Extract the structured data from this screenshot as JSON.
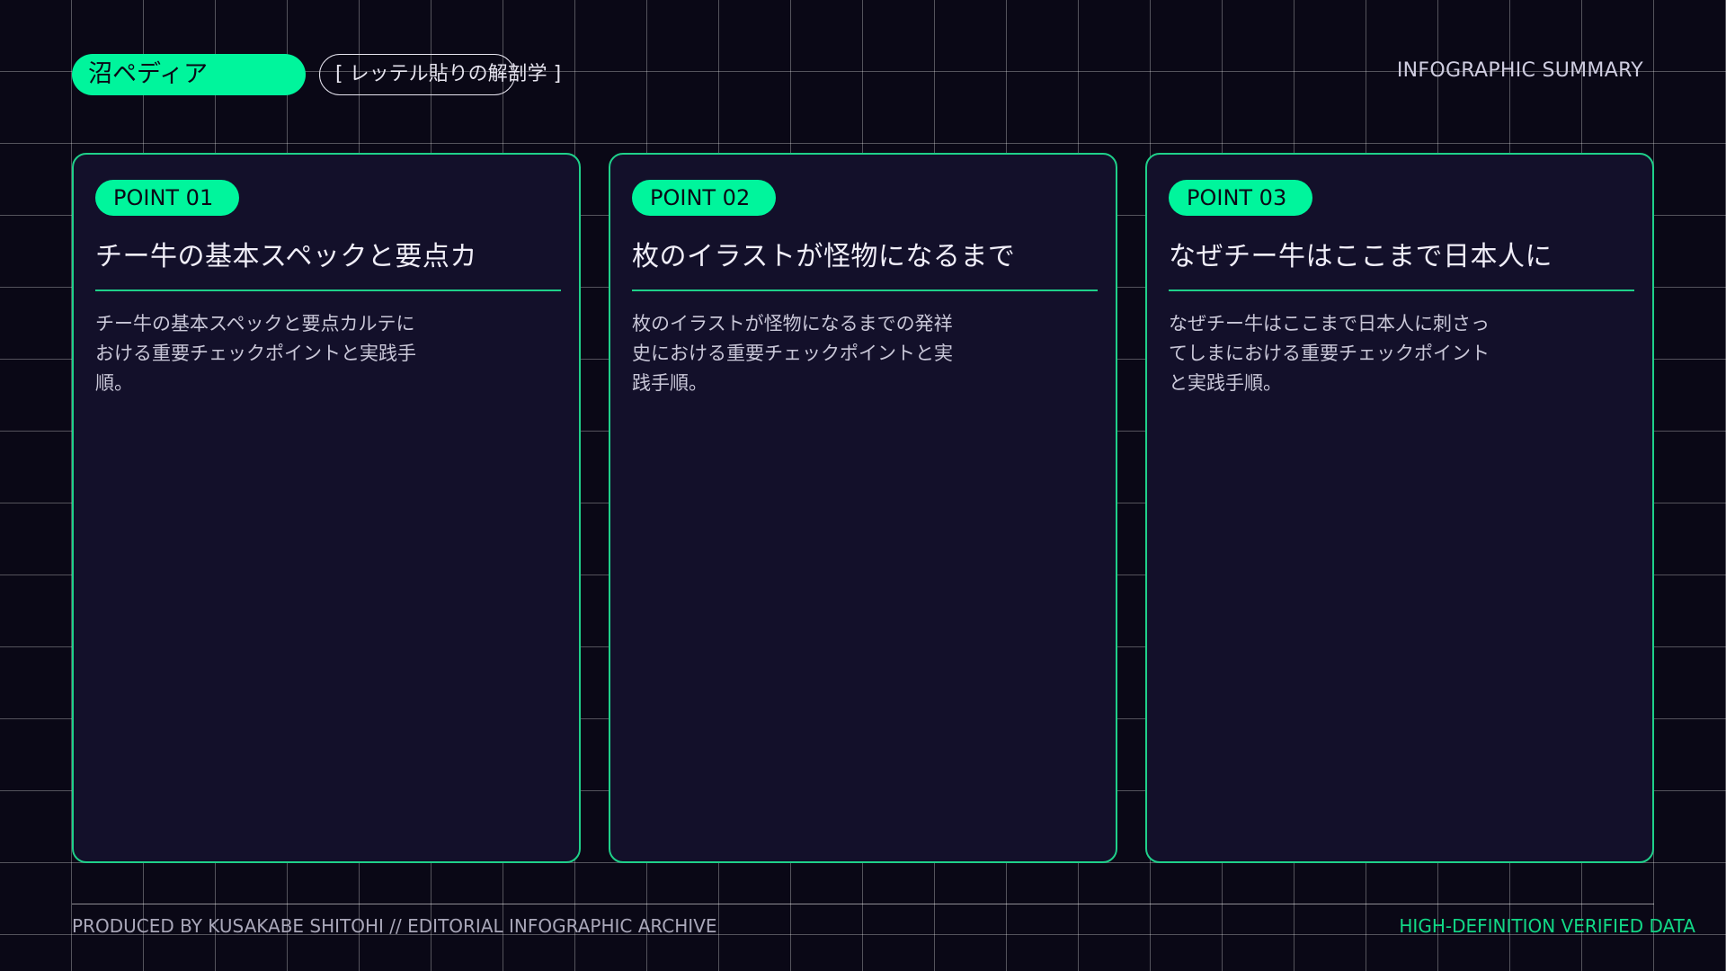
{
  "header": {
    "brand": "沼ペディア",
    "tag": "[ レッテル貼りの解剖学 ]",
    "summary_label": "INFOGRAPHIC SUMMARY"
  },
  "cards": [
    {
      "badge": "POINT 01",
      "title": "チー牛の基本スペックと要点カ",
      "body": "チー牛の基本スペックと要点カルテに\nおける重要チェックポイントと実践手\n順。"
    },
    {
      "badge": "POINT 02",
      "title": "枚のイラストが怪物になるまで",
      "body": "枚のイラストが怪物になるまでの発祥\n史における重要チェックポイントと実\n践手順。"
    },
    {
      "badge": "POINT 03",
      "title": "なぜチー牛はここまで日本人に",
      "body": "なぜチー牛はここまで日本人に刺さっ\nてしまにおける重要チェックポイント\nと実践手順。"
    }
  ],
  "footer": {
    "left": "PRODUCED BY KUSAKABE SHITOHI // EDITORIAL INFOGRAPHIC ARCHIVE",
    "right": "HIGH-DEFINITION VERIFIED DATA"
  },
  "colors": {
    "accent": "#00f59c",
    "background": "#0a0816",
    "card": "#13102a"
  }
}
